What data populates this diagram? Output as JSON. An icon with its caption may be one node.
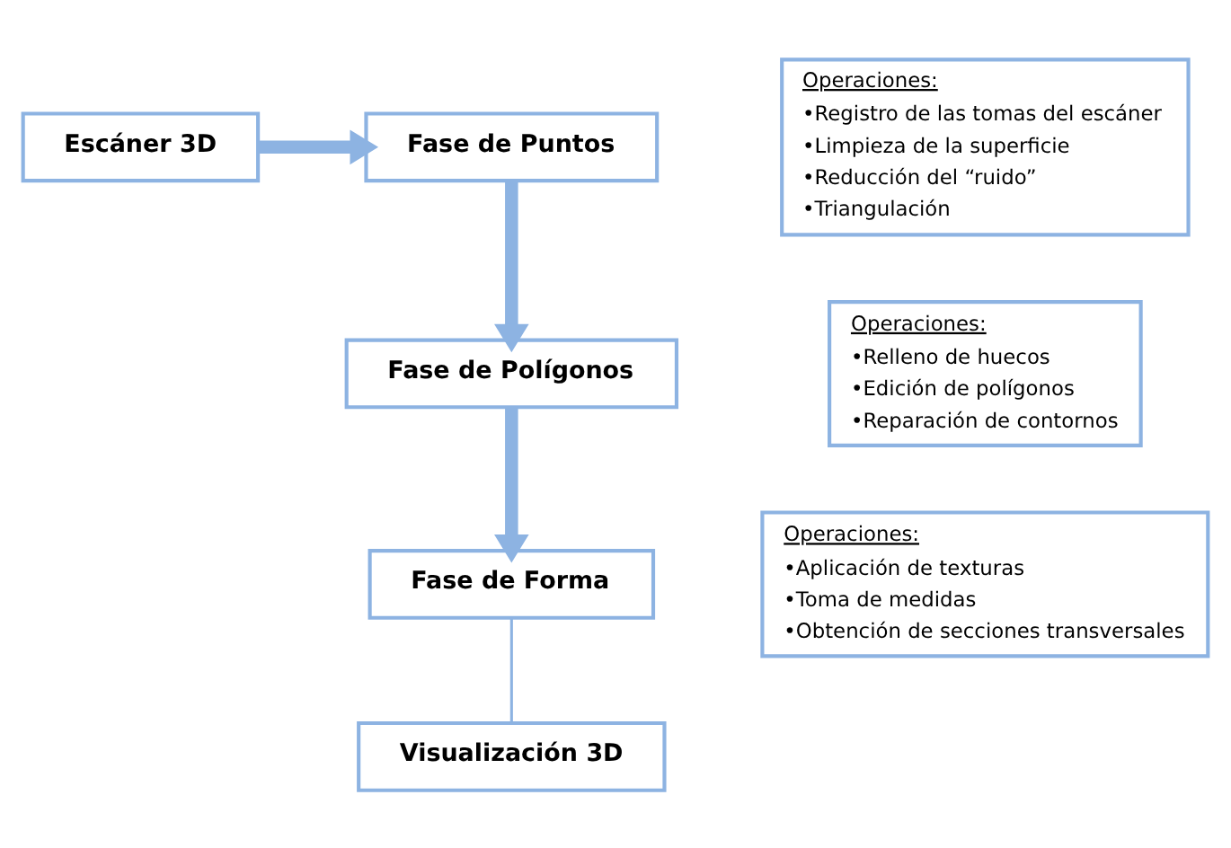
{
  "diagram": {
    "nodes": [
      {
        "text": [
          "Escáner 3D"
        ]
      },
      {
        "text": [
          "Fase de Puntos"
        ]
      },
      {
        "text": [
          "Fase de Polígonos"
        ]
      },
      {
        "text": [
          "Fase de Forma"
        ]
      },
      {
        "text": [
          "Visualización 3D"
        ]
      },
      {
        "text": [
          "Operaciones:",
          "•Registro de las tomas del escáner",
          "•Limpieza de la superficie",
          "•Reducción del “ruido”",
          "•Triangulación"
        ]
      },
      {
        "text": [
          "Operaciones:",
          "•Relleno de huecos",
          "•Edición de polígonos",
          "•Reparación de contornos"
        ]
      },
      {
        "text": [
          "Operaciones:",
          "•Aplicación de texturas",
          "•Toma de medidas",
          "•Obtención de secciones transversales"
        ]
      }
    ],
    "edges": [
      {
        "from": 0,
        "to": 1,
        "arrow": "to"
      },
      {
        "from": 1,
        "to": 2,
        "arrow": "to"
      },
      {
        "from": 2,
        "to": 3,
        "arrow": "to"
      },
      {
        "from": 3,
        "to": 4,
        "arrow": "none"
      }
    ]
  }
}
